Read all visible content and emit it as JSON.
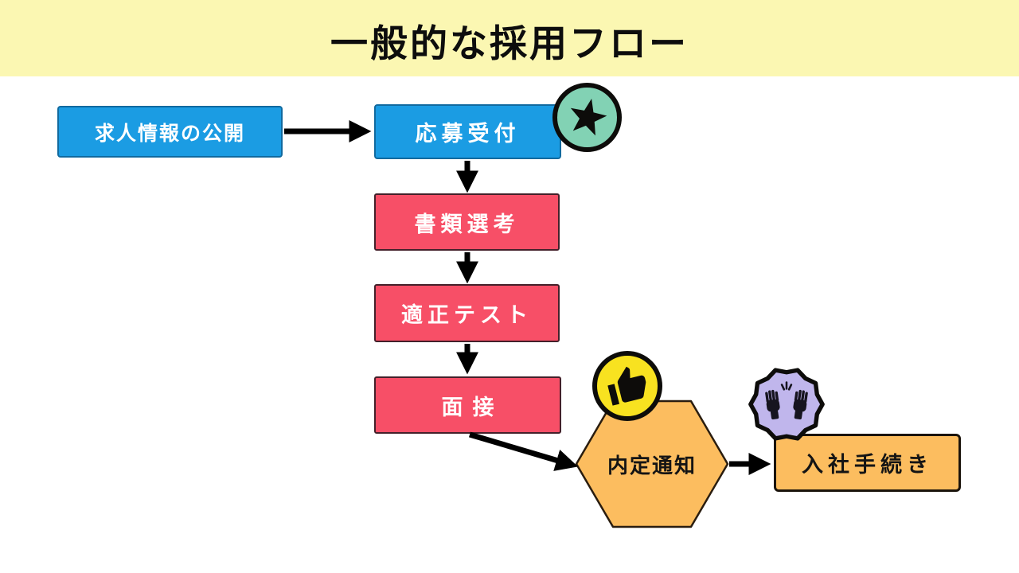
{
  "title": "一般的な採用フロー",
  "flow": {
    "nodes": [
      {
        "id": "job-posting",
        "label": "求人情報の公開",
        "shape": "rectangle",
        "color": "#1b9ce3"
      },
      {
        "id": "application-reception",
        "label": "応募受付",
        "shape": "rectangle",
        "color": "#1b9ce3"
      },
      {
        "id": "document-screening",
        "label": "書類選考",
        "shape": "rectangle",
        "color": "#f74f67"
      },
      {
        "id": "aptitude-test",
        "label": "適正テスト",
        "shape": "rectangle",
        "color": "#f74f67"
      },
      {
        "id": "interview",
        "label": "面接",
        "shape": "rectangle",
        "color": "#f74f67"
      },
      {
        "id": "offer-notification",
        "label": "内定通知",
        "shape": "hexagon",
        "color": "#fcbd5f"
      },
      {
        "id": "onboarding",
        "label": "入社手続き",
        "shape": "rounded-rectangle",
        "color": "#fcbd5f"
      }
    ],
    "connections": [
      "求人情報の公開 → 応募受付",
      "応募受付 → 書類選考",
      "書類選考 → 適正テスト",
      "適正テスト → 面接",
      "面接 → 内定通知",
      "内定通知 → 入社手続き"
    ]
  },
  "badges": [
    {
      "id": "star-badge",
      "icon": "star-icon",
      "background": "#82d2b4",
      "attached_to": "応募受付"
    },
    {
      "id": "thumbs-up-badge",
      "icon": "thumbs-up-icon",
      "background": "#f8e220",
      "attached_to": "内定通知"
    },
    {
      "id": "raised-hands-badge",
      "icon": "raised-hands-icon",
      "background": "#c0b6ec",
      "attached_to": "入社手続き"
    }
  ],
  "colors": {
    "banner": "#fbf7b2",
    "background": "#ffffff",
    "blue_node": "#1b9ce3",
    "red_node": "#f74f67",
    "orange_node": "#fcbd5f",
    "arrow": "#000000"
  }
}
